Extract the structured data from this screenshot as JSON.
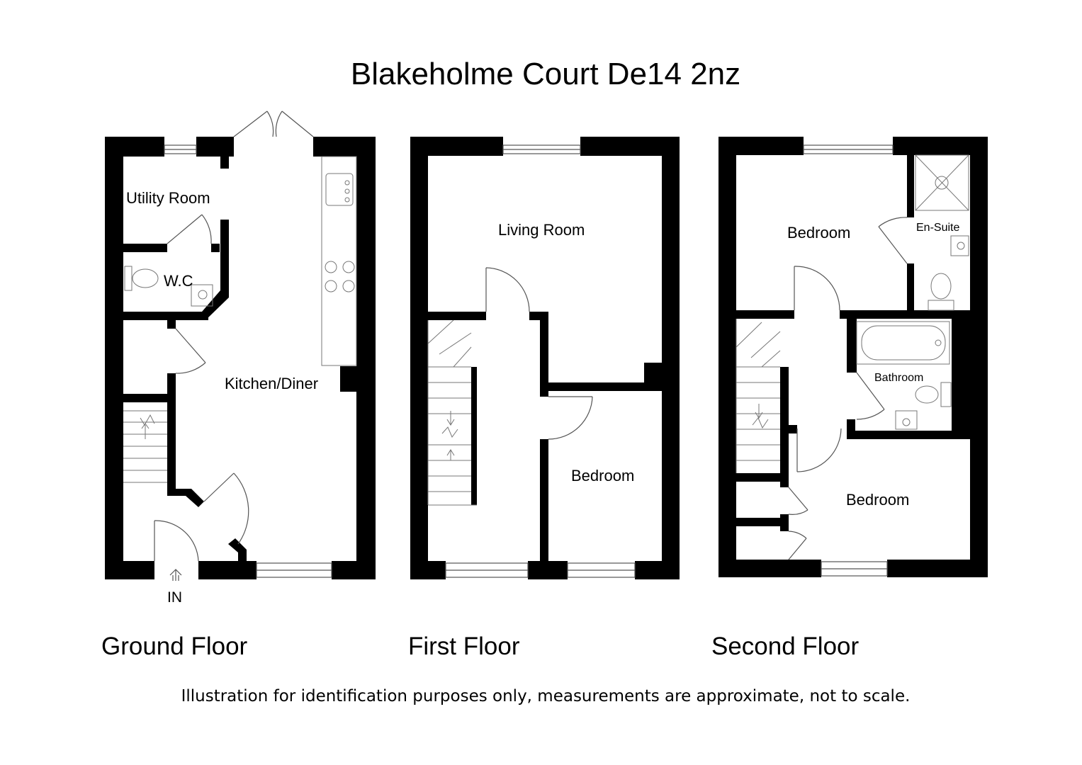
{
  "title": "Blakeholme Court De14 2nz",
  "floors": {
    "ground": {
      "label": "Ground Floor",
      "rooms": {
        "utility": "Utility Room",
        "wc": "W.C",
        "kitchen": "Kitchen/Diner"
      },
      "entrance": "IN"
    },
    "first": {
      "label": "First Floor",
      "rooms": {
        "living": "Living Room",
        "bedroom": "Bedroom"
      }
    },
    "second": {
      "label": "Second Floor",
      "rooms": {
        "bedroom_top": "Bedroom",
        "ensuite": "En-Suite",
        "bathroom": "Bathroom",
        "bedroom_bottom": "Bedroom"
      }
    }
  },
  "disclaimer": "Illustration for identification purposes only, measurements are approximate, not to scale.",
  "colors": {
    "wall": "#000000",
    "line": "#555555",
    "background": "#ffffff"
  }
}
